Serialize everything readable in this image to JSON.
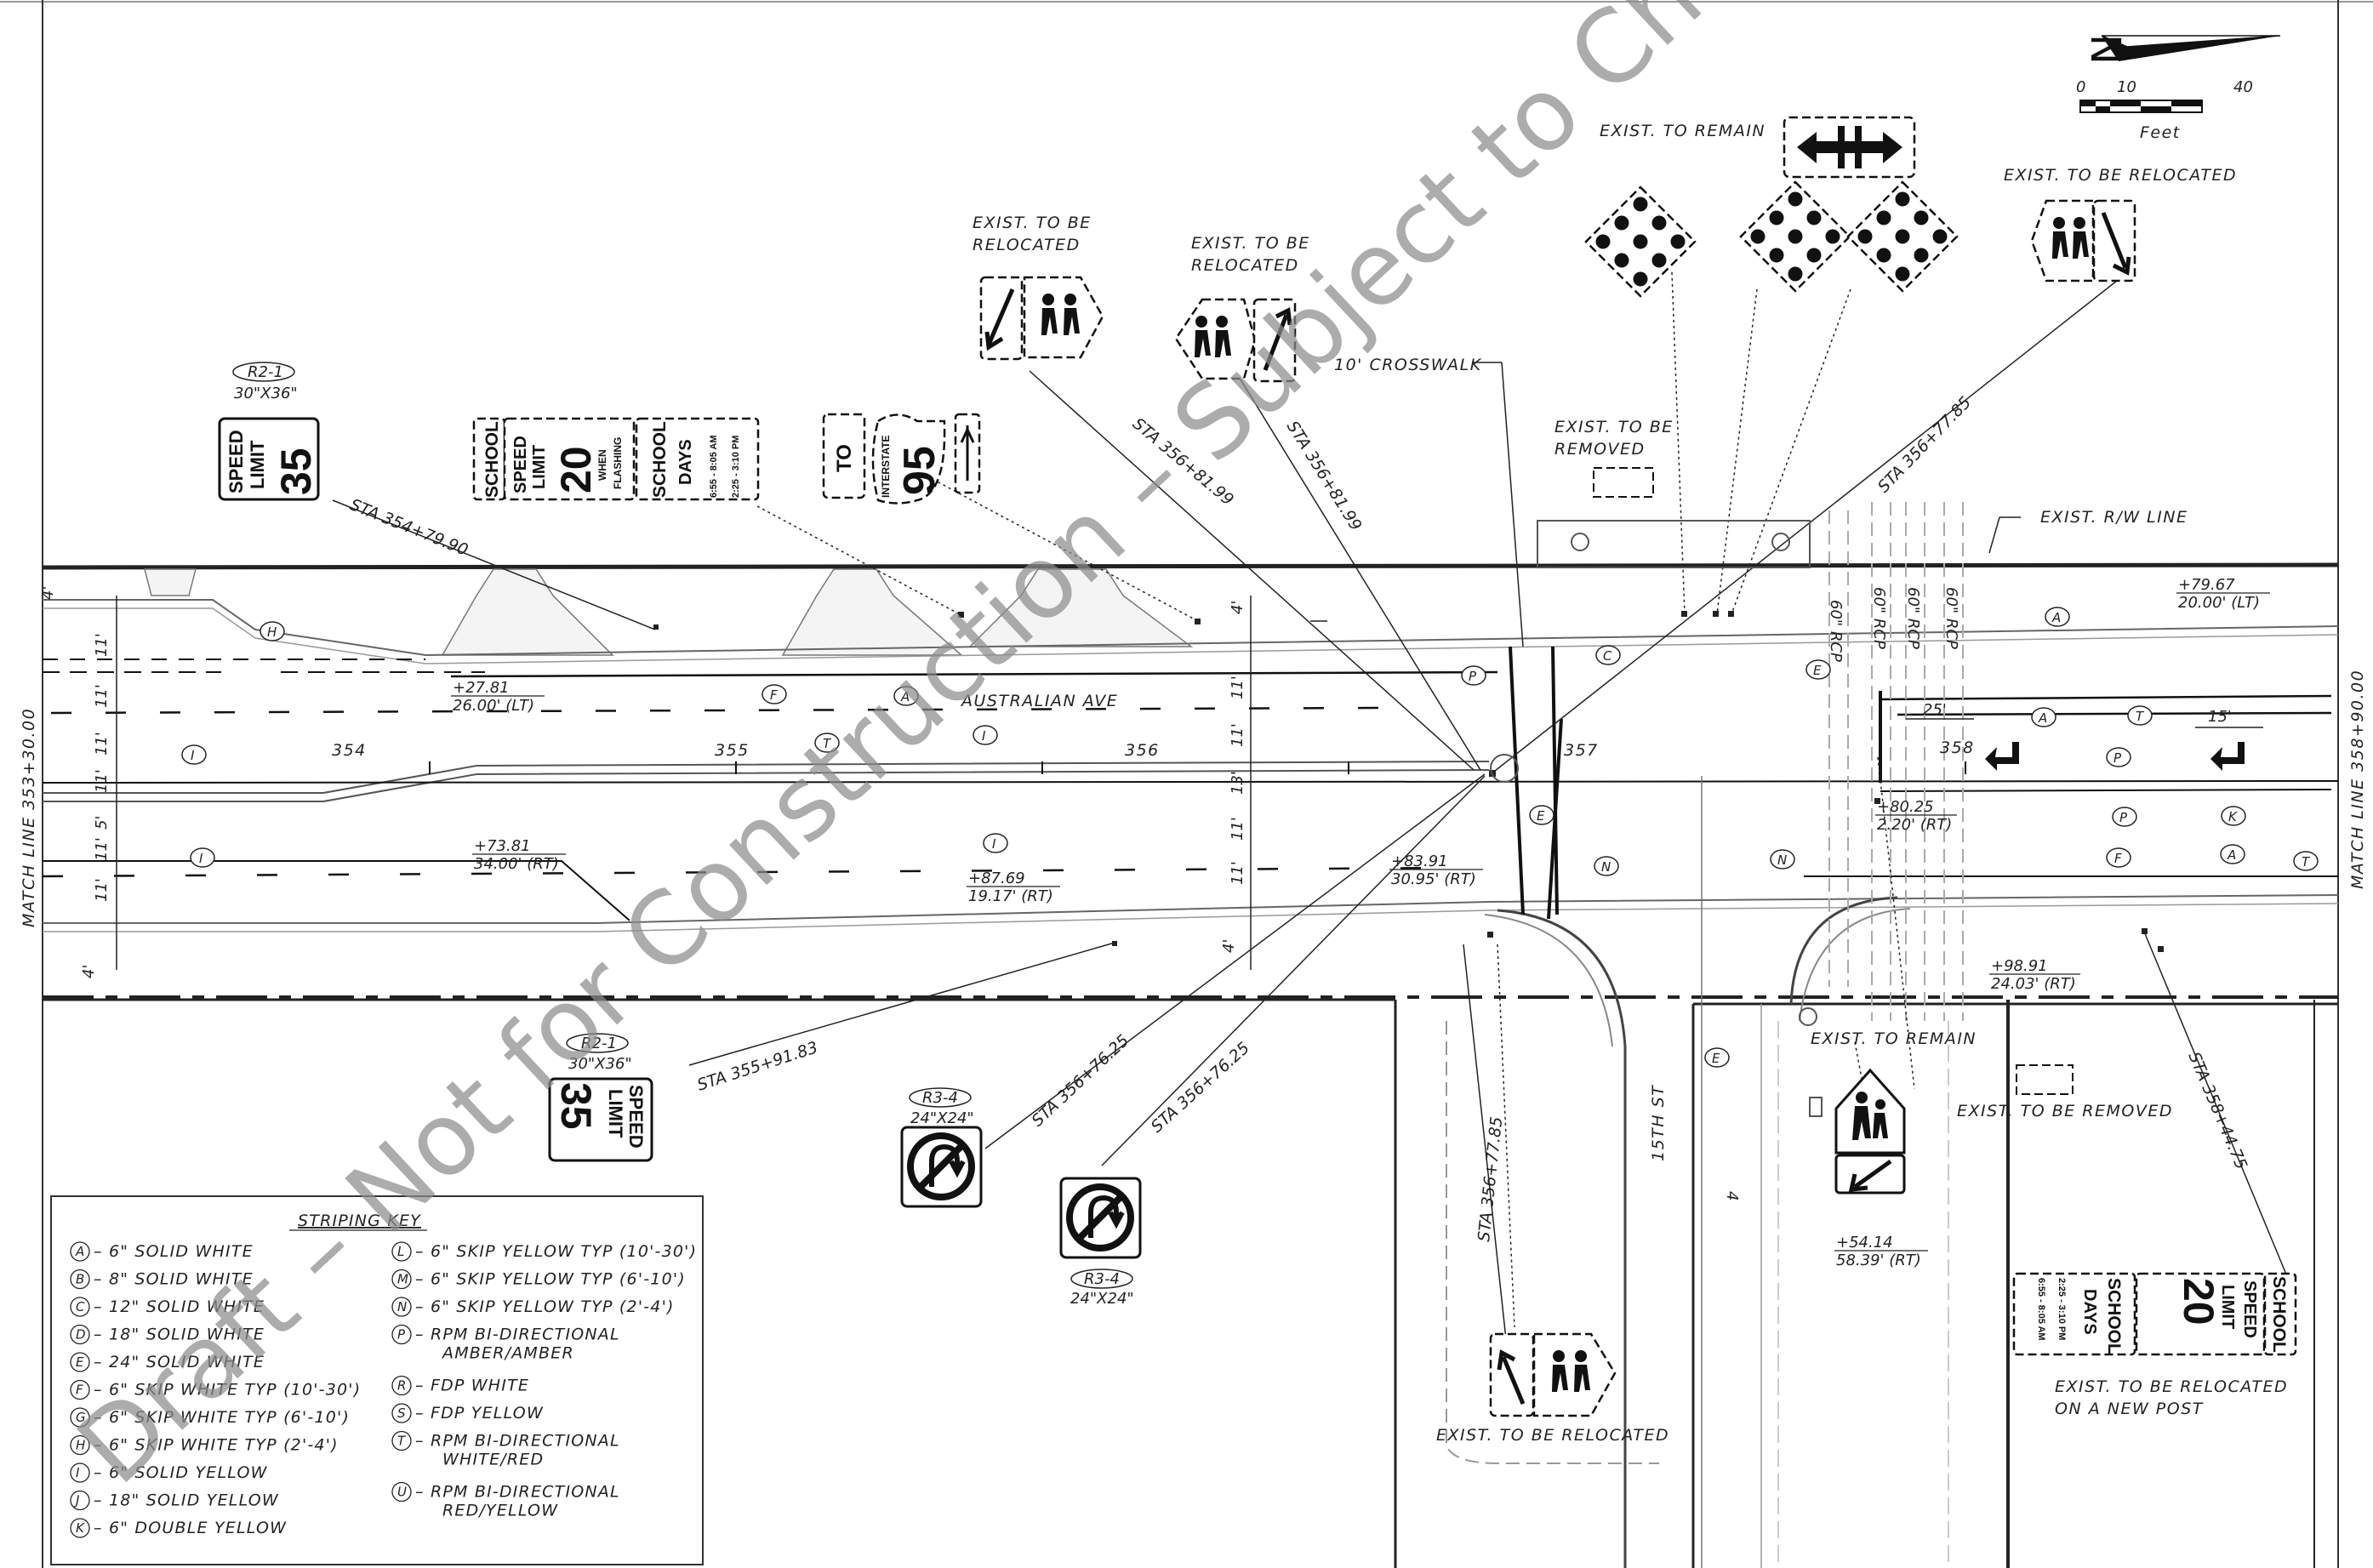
{
  "north_arrow": {
    "letter": "N",
    "scale_ticks": [
      "0",
      "10",
      "40"
    ],
    "scale_unit": "Feet"
  },
  "street_names": {
    "main": "AUSTRALIAN AVE",
    "cross": "15TH ST"
  },
  "match_lines": {
    "left": "MATCH LINE 353+30.00",
    "right": "MATCH LINE 358+90.00"
  },
  "stations": [
    "354",
    "355",
    "356",
    "357",
    "358"
  ],
  "watermark": "Draft – Not for Construction – Subject to Change",
  "notes": {
    "exist_to_remain_top": "EXIST. TO REMAIN",
    "exist_reloc_1": [
      "EXIST. TO BE",
      "RELOCATED"
    ],
    "exist_reloc_2": [
      "EXIST. TO BE",
      "RELOCATED"
    ],
    "exist_reloc_top_right": "EXIST. TO BE RELOCATED",
    "crosswalk": "10' CROSSWALK",
    "exist_removed_top": [
      "EXIST. TO BE",
      "REMOVED"
    ],
    "rw_line": "EXIST. R/W LINE",
    "exist_to_remain_bottom": "EXIST. TO REMAIN",
    "exist_removed_bottom": "EXIST. TO BE REMOVED",
    "exist_reloc_bottom": "EXIST. TO BE RELOCATED",
    "exist_reloc_new_post": [
      "EXIST. TO BE RELOCATED",
      "ON A NEW POST"
    ]
  },
  "sign_tags": {
    "r21_top": {
      "code": "R2-1",
      "size": "30\"X36\""
    },
    "r21_bottom": {
      "code": "R2-1",
      "size": "30\"X36\""
    },
    "r34_left": {
      "code": "R3-4",
      "size": "24\"X24\""
    },
    "r34_right": {
      "code": "R3-4",
      "size": "24\"X24\""
    }
  },
  "sign_text": {
    "speed": "SPEED",
    "limit": "LIMIT",
    "speed_value": "35",
    "school": "SCHOOL",
    "school_speed_value": "20",
    "when": "WHEN",
    "flashing": "FLASHING",
    "days": "DAYS",
    "times_am": "6:55 - 8:05 AM",
    "times_pm": "2:25 - 3:10 PM",
    "to": "TO",
    "interstate": "INTERSTATE",
    "route": "95"
  },
  "station_callouts": [
    "STA 354+79.90",
    "STA 356+81.99",
    "STA 356+81.99",
    "STA 356+77.85",
    "STA 355+91.83",
    "STA 356+76.25",
    "STA 356+76.25",
    "STA 356+77.85",
    "STA 358+44.75"
  ],
  "offsets": [
    {
      "sta": "+27.81",
      "off": "26.00' (LT)"
    },
    {
      "sta": "+73.81",
      "off": "34.00' (RT)"
    },
    {
      "sta": "+87.69",
      "off": "19.17' (RT)"
    },
    {
      "sta": "+83.91",
      "off": "30.95' (RT)"
    },
    {
      "sta": "+79.67",
      "off": "20.00' (LT)"
    },
    {
      "sta": "+80.25",
      "off": "2.20' (RT)"
    },
    {
      "sta": "+98.91",
      "off": "24.03' (RT)"
    },
    {
      "sta": "+54.14",
      "off": "58.39' (RT)"
    }
  ],
  "dims": {
    "lane_11": "11'",
    "lane_4": "4'",
    "lane_5": "5'",
    "lane_13": "13'",
    "d25": "25'",
    "d15": "15'",
    "rcp": "60\" RCP",
    "num4": "4"
  },
  "striping_key": {
    "title": "STRIPING KEY",
    "left": [
      {
        "code": "A",
        "desc": "6\" SOLID WHITE"
      },
      {
        "code": "B",
        "desc": "8\" SOLID WHITE"
      },
      {
        "code": "C",
        "desc": "12\" SOLID WHITE"
      },
      {
        "code": "D",
        "desc": "18\" SOLID WHITE"
      },
      {
        "code": "E",
        "desc": "24\" SOLID WHITE"
      },
      {
        "code": "F",
        "desc": "6\" SKIP WHITE TYP (10'-30')"
      },
      {
        "code": "G",
        "desc": "6\" SKIP WHITE TYP (6'-10')"
      },
      {
        "code": "H",
        "desc": "6\" SKIP WHITE TYP (2'-4')"
      },
      {
        "code": "I",
        "desc": "6\" SOLID YELLOW"
      },
      {
        "code": "J",
        "desc": "18\" SOLID YELLOW"
      },
      {
        "code": "K",
        "desc": "6\" DOUBLE YELLOW"
      }
    ],
    "right": [
      {
        "code": "L",
        "desc": "6\" SKIP YELLOW TYP (10'-30')",
        "desc2": ""
      },
      {
        "code": "M",
        "desc": "6\" SKIP YELLOW TYP (6'-10')",
        "desc2": ""
      },
      {
        "code": "N",
        "desc": "6\" SKIP YELLOW TYP (2'-4')",
        "desc2": ""
      },
      {
        "code": "P",
        "desc": "RPM BI-DIRECTIONAL",
        "desc2": "AMBER/AMBER"
      },
      {
        "code": "R",
        "desc": "FDP WHITE",
        "desc2": ""
      },
      {
        "code": "S",
        "desc": "FDP YELLOW",
        "desc2": ""
      },
      {
        "code": "T",
        "desc": "RPM BI-DIRECTIONAL",
        "desc2": "WHITE/RED"
      },
      {
        "code": "U",
        "desc": "RPM BI-DIRECTIONAL",
        "desc2": "RED/YELLOW"
      }
    ]
  },
  "markers": [
    "A",
    "C",
    "E",
    "F",
    "H",
    "I",
    "K",
    "N",
    "P",
    "T"
  ]
}
